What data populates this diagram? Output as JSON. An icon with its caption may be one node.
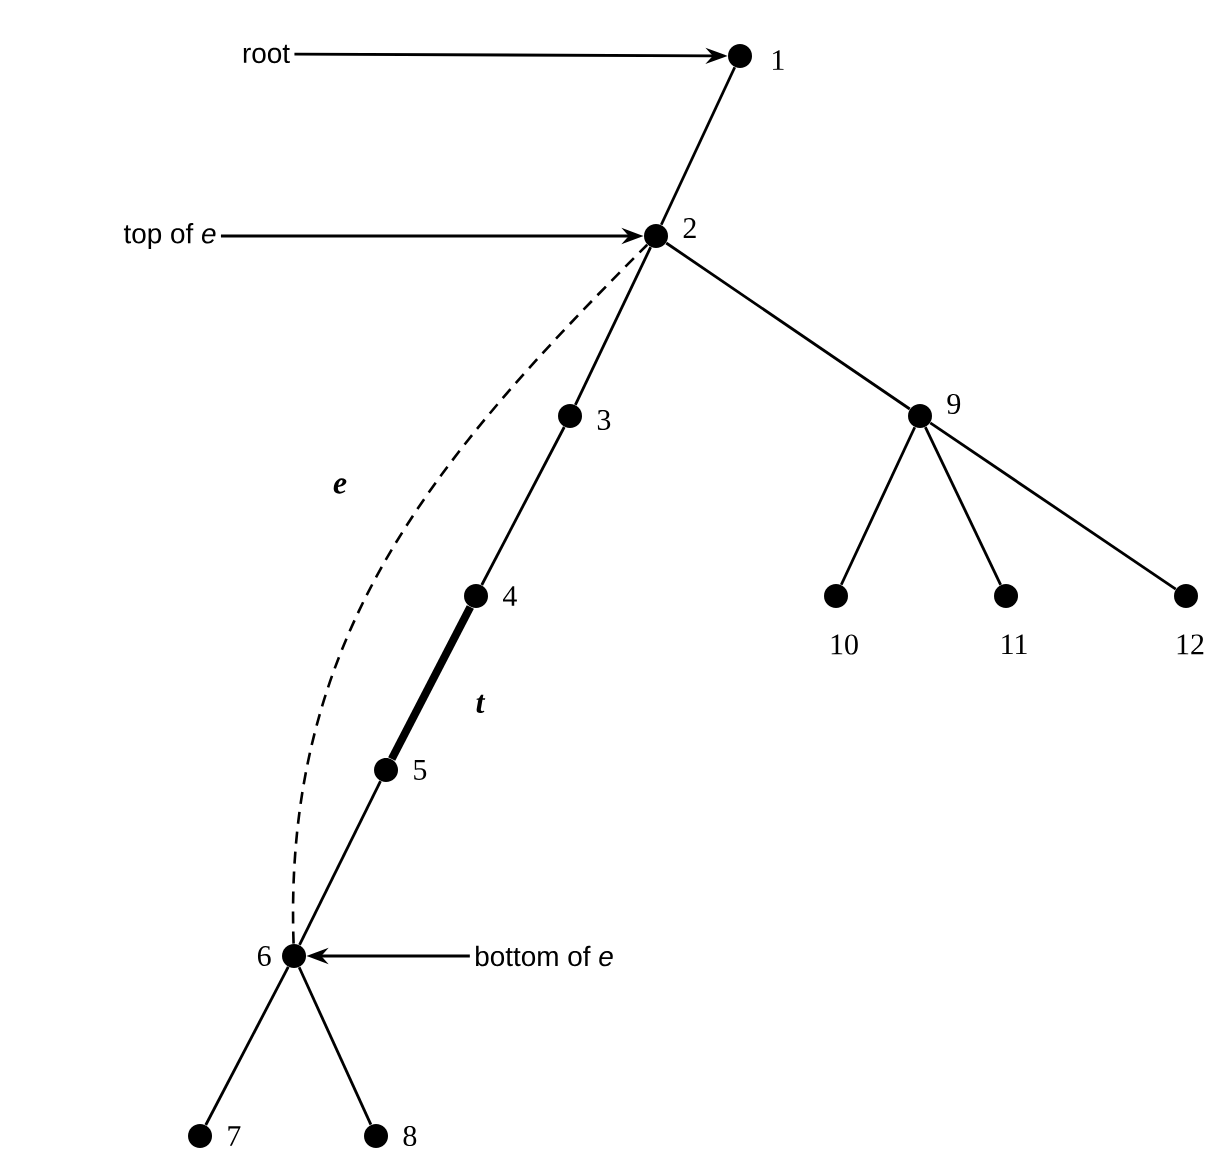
{
  "diagram": {
    "nodes": [
      {
        "text": [
          "root"
        ]
      },
      {
        "text": [],
        "shape": "circle",
        "beside": [
          "1"
        ]
      },
      {
        "text": [
          "top of *e*"
        ]
      },
      {
        "text": [],
        "shape": "circle",
        "beside": [
          "2"
        ]
      },
      {
        "text": [],
        "shape": "circle",
        "beside": [
          "3"
        ]
      },
      {
        "text": [],
        "shape": "circle",
        "beside": [
          "9"
        ]
      },
      {
        "text": [],
        "shape": "circle",
        "beside": [
          "4"
        ]
      },
      {
        "text": [],
        "shape": "circle",
        "beside": [
          "10"
        ]
      },
      {
        "text": [],
        "shape": "circle",
        "beside": [
          "11"
        ]
      },
      {
        "text": [],
        "shape": "circle",
        "beside": [
          "12"
        ]
      },
      {
        "text": [],
        "shape": "circle",
        "beside": [
          "5"
        ]
      },
      {
        "text": [
          "bottom of *e*"
        ]
      },
      {
        "text": [],
        "shape": "circle",
        "beside": [
          "6"
        ]
      },
      {
        "text": [],
        "shape": "circle",
        "beside": [
          "7"
        ]
      },
      {
        "text": [],
        "shape": "circle",
        "beside": [
          "8"
        ]
      }
    ],
    "edges": [
      {
        "from": 0,
        "to": 1,
        "arrow": "to"
      },
      {
        "from": 2,
        "to": 3,
        "arrow": "to"
      },
      {
        "from": 11,
        "to": 12,
        "arrow": "to"
      },
      {
        "from": 1,
        "to": 3,
        "arrow": "none"
      },
      {
        "from": 3,
        "to": 4,
        "arrow": "none"
      },
      {
        "from": 4,
        "to": 6,
        "arrow": "none"
      },
      {
        "from": 6,
        "to": 10,
        "arrow": "none",
        "style": "thick",
        "label": "t"
      },
      {
        "from": 10,
        "to": 12,
        "arrow": "none"
      },
      {
        "from": 12,
        "to": 13,
        "arrow": "none"
      },
      {
        "from": 12,
        "to": 14,
        "arrow": "none"
      },
      {
        "from": 3,
        "to": 5,
        "arrow": "none"
      },
      {
        "from": 5,
        "to": 7,
        "arrow": "none"
      },
      {
        "from": 5,
        "to": 8,
        "arrow": "none"
      },
      {
        "from": 5,
        "to": 9,
        "arrow": "none"
      },
      {
        "from": 12,
        "to": 3,
        "arrow": "none",
        "style": "dashed",
        "label": "e"
      }
    ]
  }
}
